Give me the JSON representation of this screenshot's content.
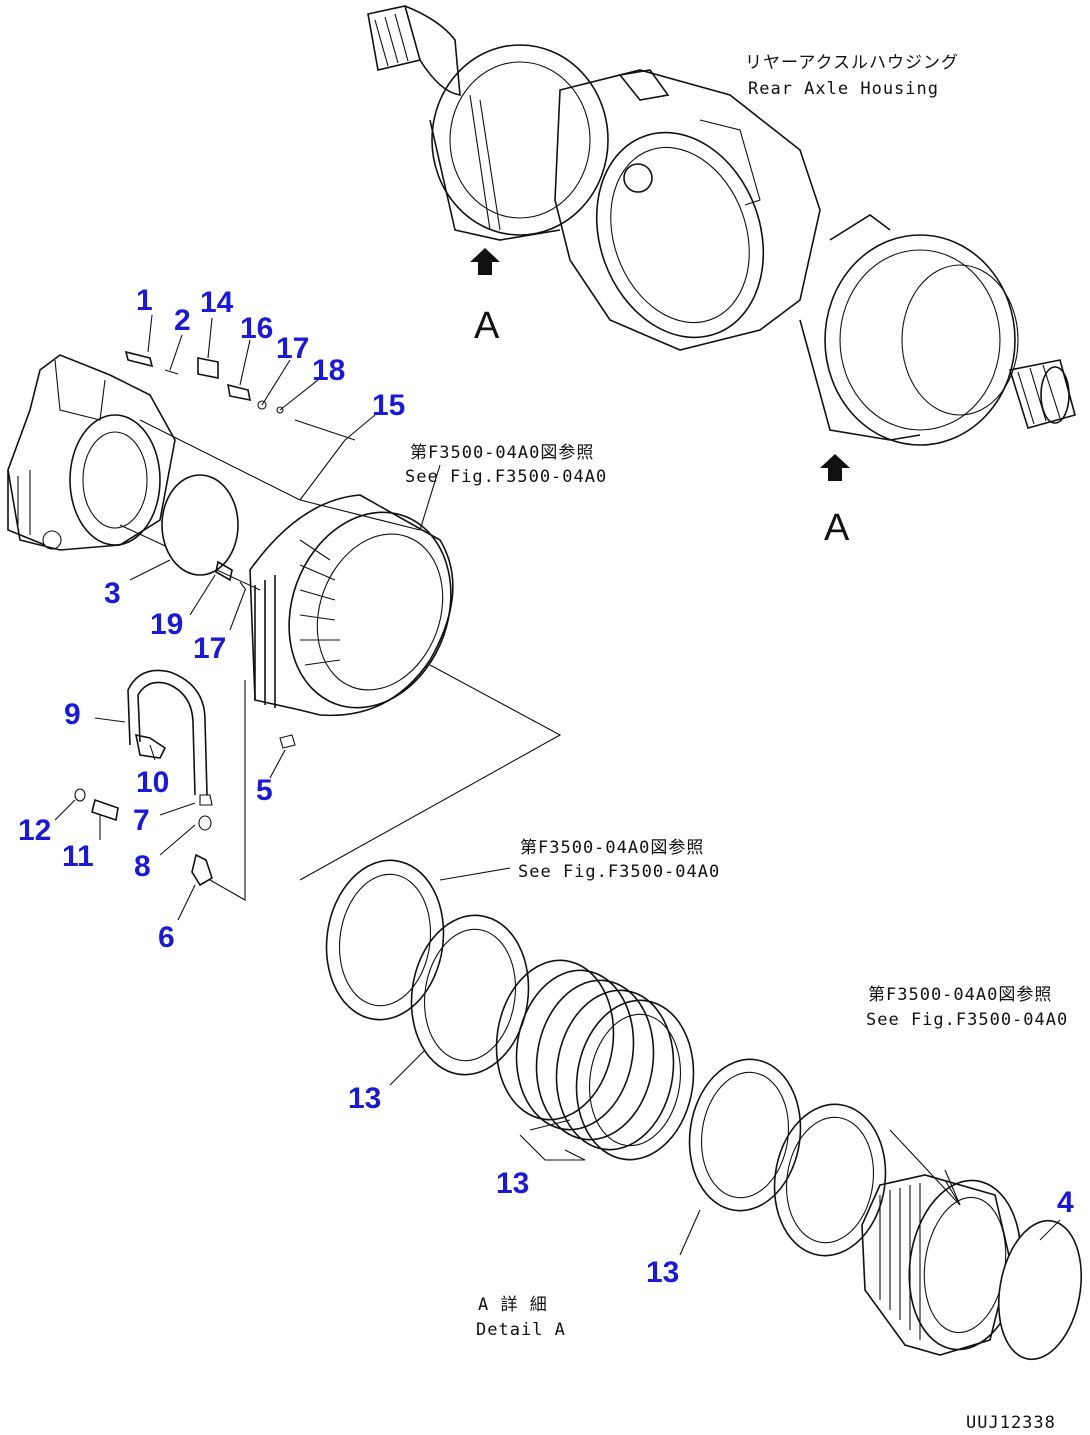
{
  "housing_label": {
    "jp": "リヤーアクスルハウジング",
    "en": "Rear Axle Housing"
  },
  "view_marker": "A",
  "see_fig_refs": [
    {
      "jp": "第F3500-04A0図参照",
      "en": "See Fig.F3500-04A0"
    },
    {
      "jp": "第F3500-04A0図参照",
      "en": "See Fig.F3500-04A0"
    },
    {
      "jp": "第F3500-04A0図参照",
      "en": "See Fig.F3500-04A0"
    }
  ],
  "detail_label": {
    "jp": "A 詳 細",
    "en": "Detail A"
  },
  "drawing_number": "UUJ12338",
  "callouts": [
    "1",
    "2",
    "14",
    "16",
    "17",
    "18",
    "15",
    "3",
    "19",
    "17",
    "9",
    "10",
    "7",
    "12",
    "11",
    "8",
    "6",
    "5",
    "13",
    "13",
    "13",
    "4"
  ]
}
